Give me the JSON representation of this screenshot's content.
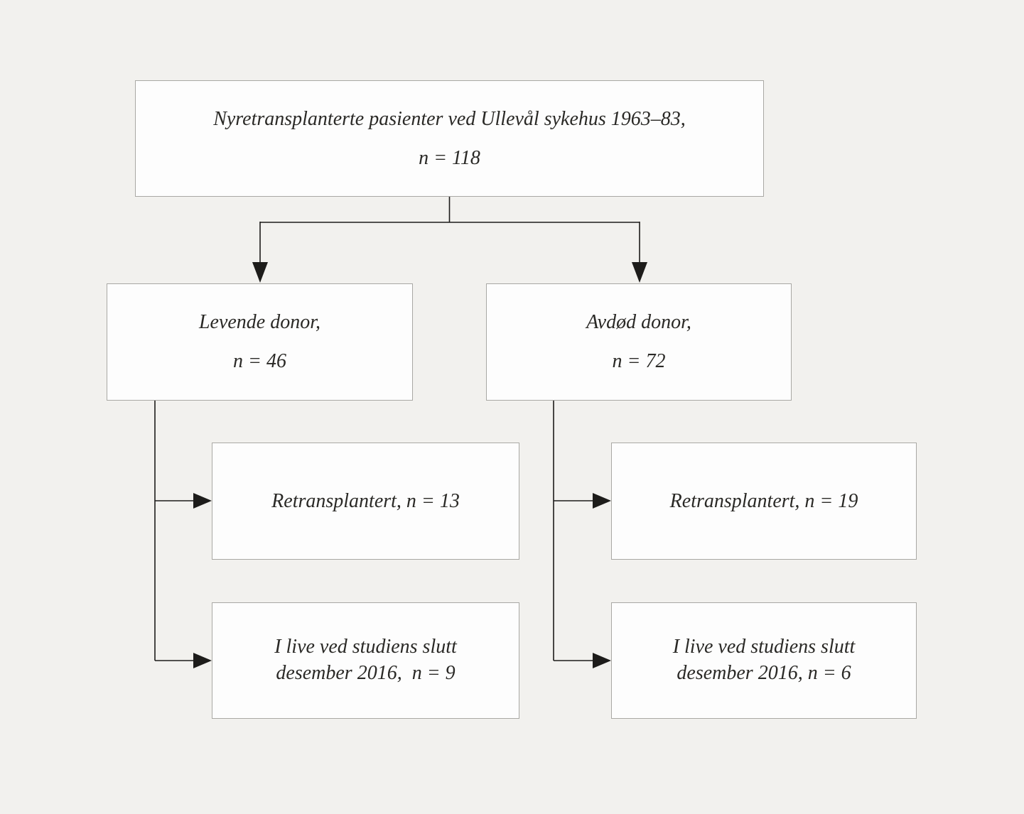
{
  "colors": {
    "background": "#f2f1ee",
    "box_fill": "#fdfdfd",
    "box_border": "#a9a8a4",
    "line": "#1d1c1a",
    "text": "#2a2926"
  },
  "nodes": {
    "root": {
      "title": "Nyretransplanterte pasienter ved Ullevål sykehus 1963–83,",
      "count": "n = 118"
    },
    "living_donor": {
      "title": "Levende donor,",
      "count": "n = 46"
    },
    "deceased_donor": {
      "title": "Avdød donor,",
      "count": "n = 72"
    },
    "living_retransplanted": {
      "text": "Retransplantert, n = 13"
    },
    "living_alive": {
      "line1": "I live ved studiens slutt",
      "line2": "desember 2016, n = 9"
    },
    "deceased_retransplanted": {
      "text": "Retransplantert, n = 19"
    },
    "deceased_alive": {
      "line1": "I live ved studiens slutt",
      "line2": "desember 2016, n = 6"
    }
  }
}
